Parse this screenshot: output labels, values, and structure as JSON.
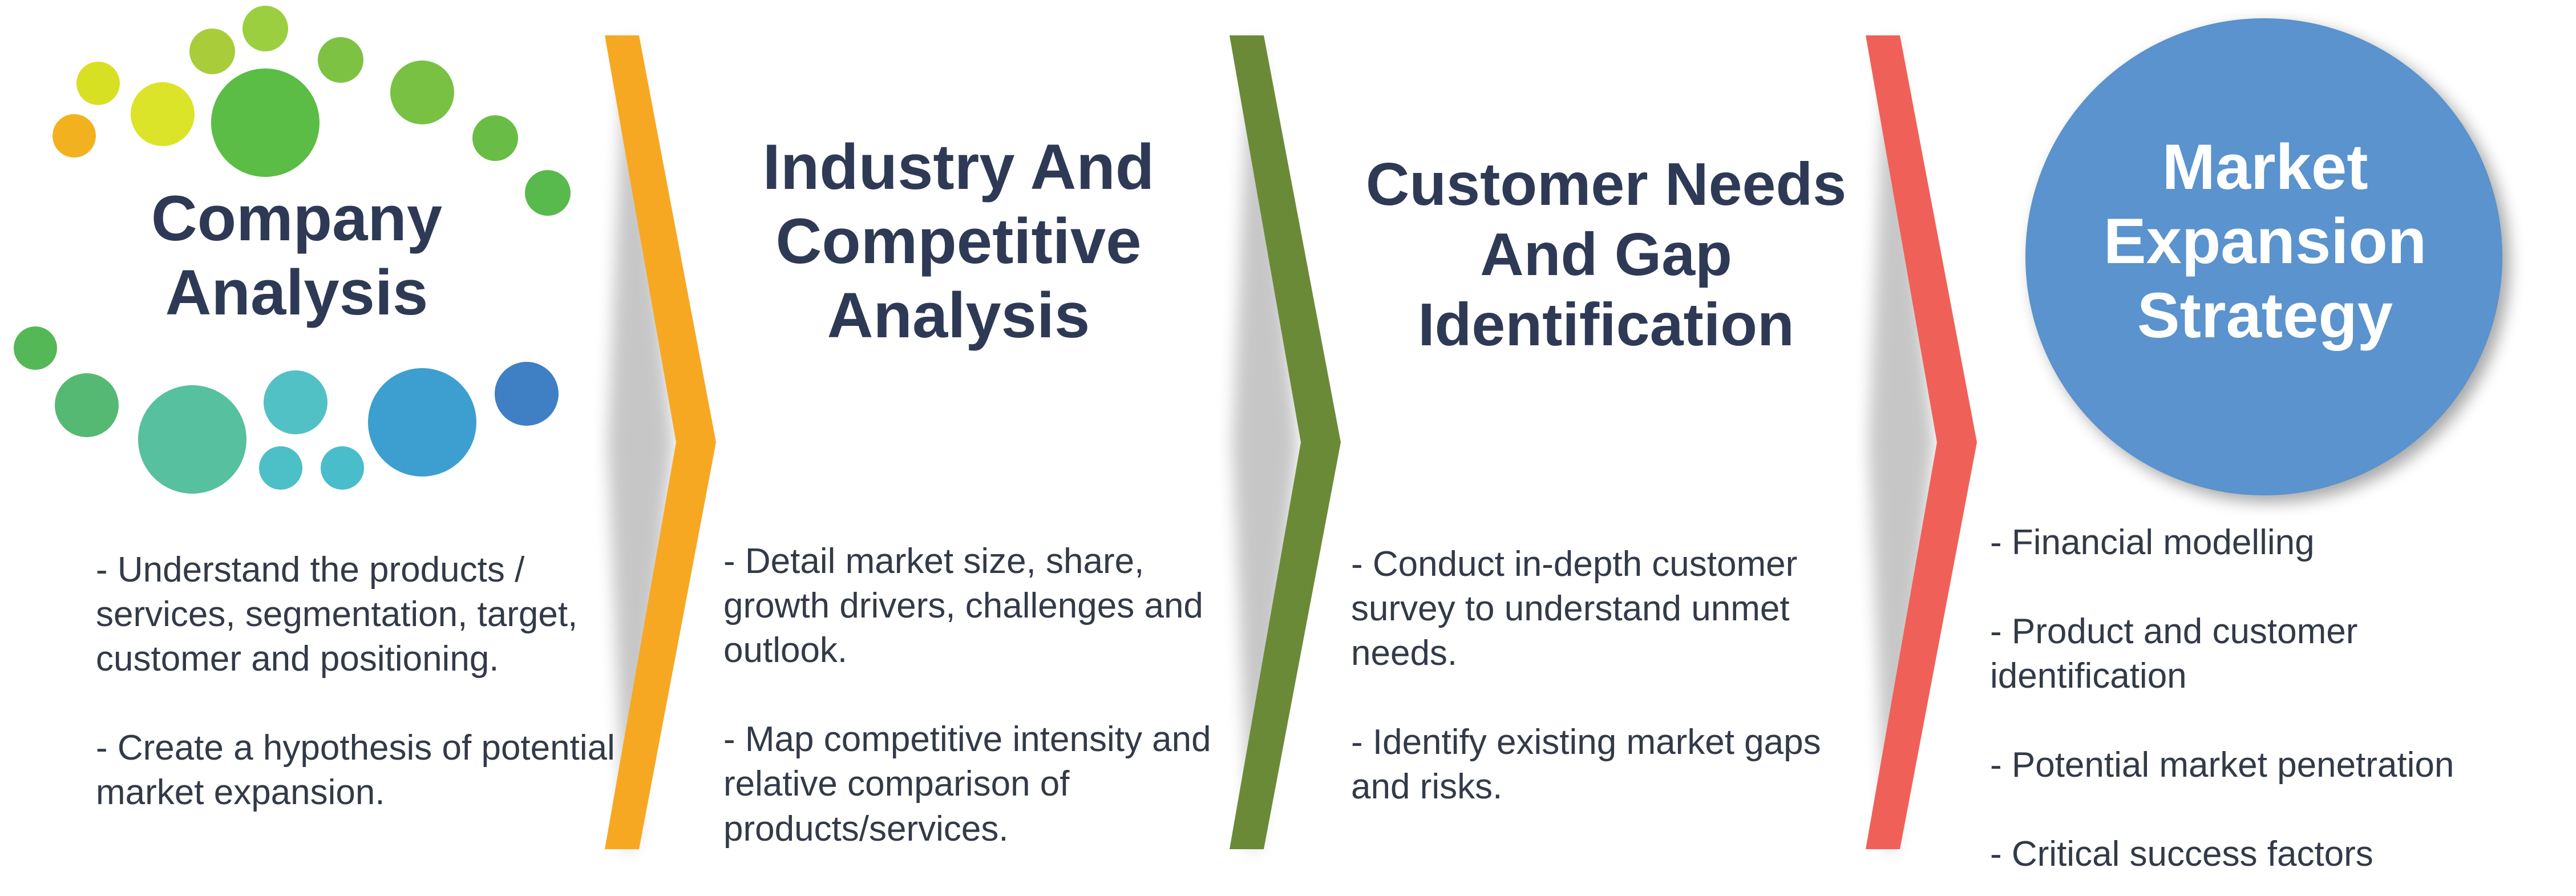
{
  "stages": [
    {
      "title_lines": [
        "Company",
        "Analysis"
      ],
      "bullets": [
        "- Understand the products / services, segmentation, target, customer and positioning.",
        "- Create a hypothesis of potential market expansion."
      ]
    },
    {
      "title_lines": [
        "Industry And",
        "Competitive",
        "Analysis"
      ],
      "bullets": [
        "- Detail market size, share, growth drivers, challenges and outlook.",
        "- Map competitive intensity and relative comparison of products/services."
      ]
    },
    {
      "title_lines": [
        "Customer Needs",
        "And Gap",
        "Identification"
      ],
      "bullets": [
        "- Conduct in-depth customer survey to understand unmet needs.",
        "- Identify existing market gaps and risks."
      ]
    },
    {
      "title_lines": [
        "Market",
        "Expansion",
        "Strategy"
      ],
      "bullets": [
        "- Financial modelling",
        "- Product and customer identification",
        "- Potential market penetration",
        "- Critical success factors"
      ]
    }
  ],
  "colors": {
    "chevron_1": "#f7a823",
    "chevron_2": "#6b8a38",
    "chevron_3": "#ef6158",
    "circle": "#5a93cd",
    "title_text": "#2e3a55"
  }
}
